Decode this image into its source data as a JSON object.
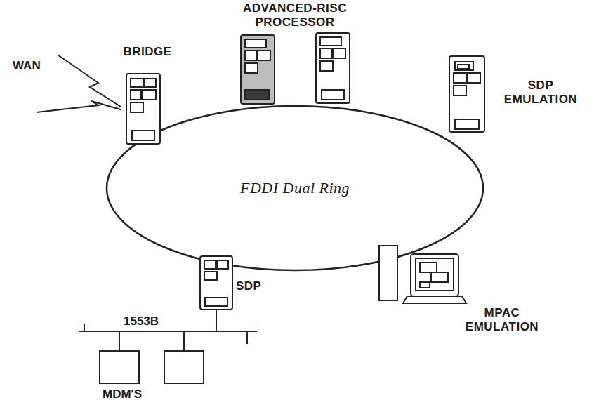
{
  "diagram": {
    "nodes": [
      {
        "text": [
          "FDDI Dual Ring"
        ]
      },
      {
        "text": [
          "BRIDGE"
        ]
      },
      {
        "text": [
          "ADVANCED-RISC PROCESSOR"
        ]
      },
      {
        "text": [
          "SDP EMULATION"
        ]
      },
      {
        "text": [
          "SDP"
        ]
      },
      {
        "text": [
          "MPAC EMULATION"
        ]
      }
    ],
    "labels": [
      "WAN",
      "1553B",
      "MDM'S"
    ]
  }
}
